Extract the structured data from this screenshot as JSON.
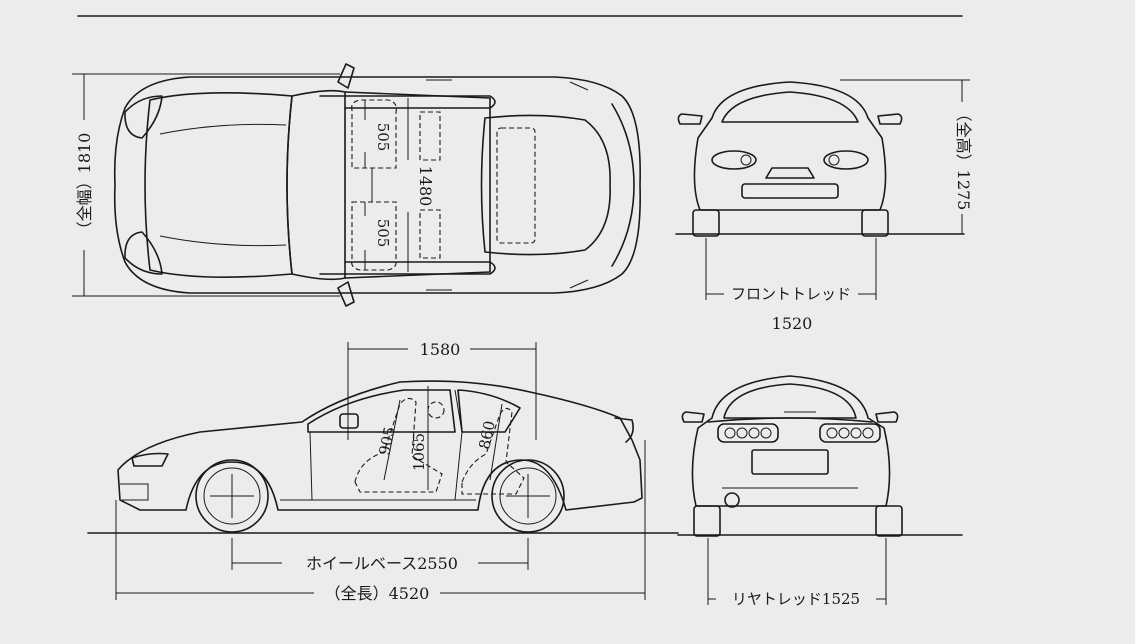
{
  "labels": {
    "overall_width": "（全幅）1810",
    "seat_front": "505",
    "seat_rear": "505",
    "interior_width": "1480",
    "overall_height": "（全高）1275",
    "front_tread_label": "フロントトレッド",
    "front_tread_value": "1520",
    "interior_length": "1580",
    "headroom_front": "905",
    "headroom_mid": "1065",
    "headroom_rear": "860",
    "wheelbase": "ホイールベース2550",
    "overall_length": "（全長）4520",
    "rear_tread": "リヤトレッド1525"
  },
  "colors": {
    "background": "#ececec",
    "ink": "#1a1a1a"
  }
}
